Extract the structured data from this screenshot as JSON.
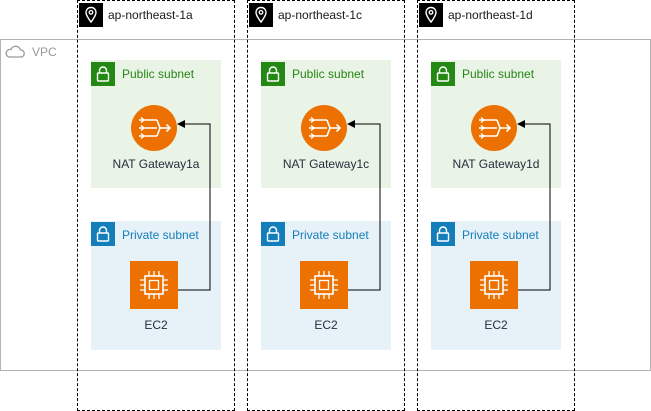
{
  "vpc": {
    "label": "VPC",
    "icon": "cloud-icon"
  },
  "zones": [
    {
      "az_label": "ap-northeast-1a",
      "public_subnet_label": "Public subnet",
      "private_subnet_label": "Private subnet",
      "nat_label": "NAT Gateway1a",
      "ec2_label": "EC2"
    },
    {
      "az_label": "ap-northeast-1c",
      "public_subnet_label": "Public subnet",
      "private_subnet_label": "Private subnet",
      "nat_label": "NAT Gateway1c",
      "ec2_label": "EC2"
    },
    {
      "az_label": "ap-northeast-1d",
      "public_subnet_label": "Public subnet",
      "private_subnet_label": "Private subnet",
      "nat_label": "NAT Gateway1d",
      "ec2_label": "EC2"
    }
  ],
  "connections": [
    {
      "from": "EC2",
      "to": "NAT Gateway1a"
    },
    {
      "from": "EC2",
      "to": "NAT Gateway1c"
    },
    {
      "from": "EC2",
      "to": "NAT Gateway1d"
    }
  ],
  "colors": {
    "public_subnet": "#248814",
    "private_subnet": "#147eba",
    "nat_gateway": "#ed7100",
    "ec2": "#ed7100",
    "vpc_border": "#b3b3b3"
  }
}
